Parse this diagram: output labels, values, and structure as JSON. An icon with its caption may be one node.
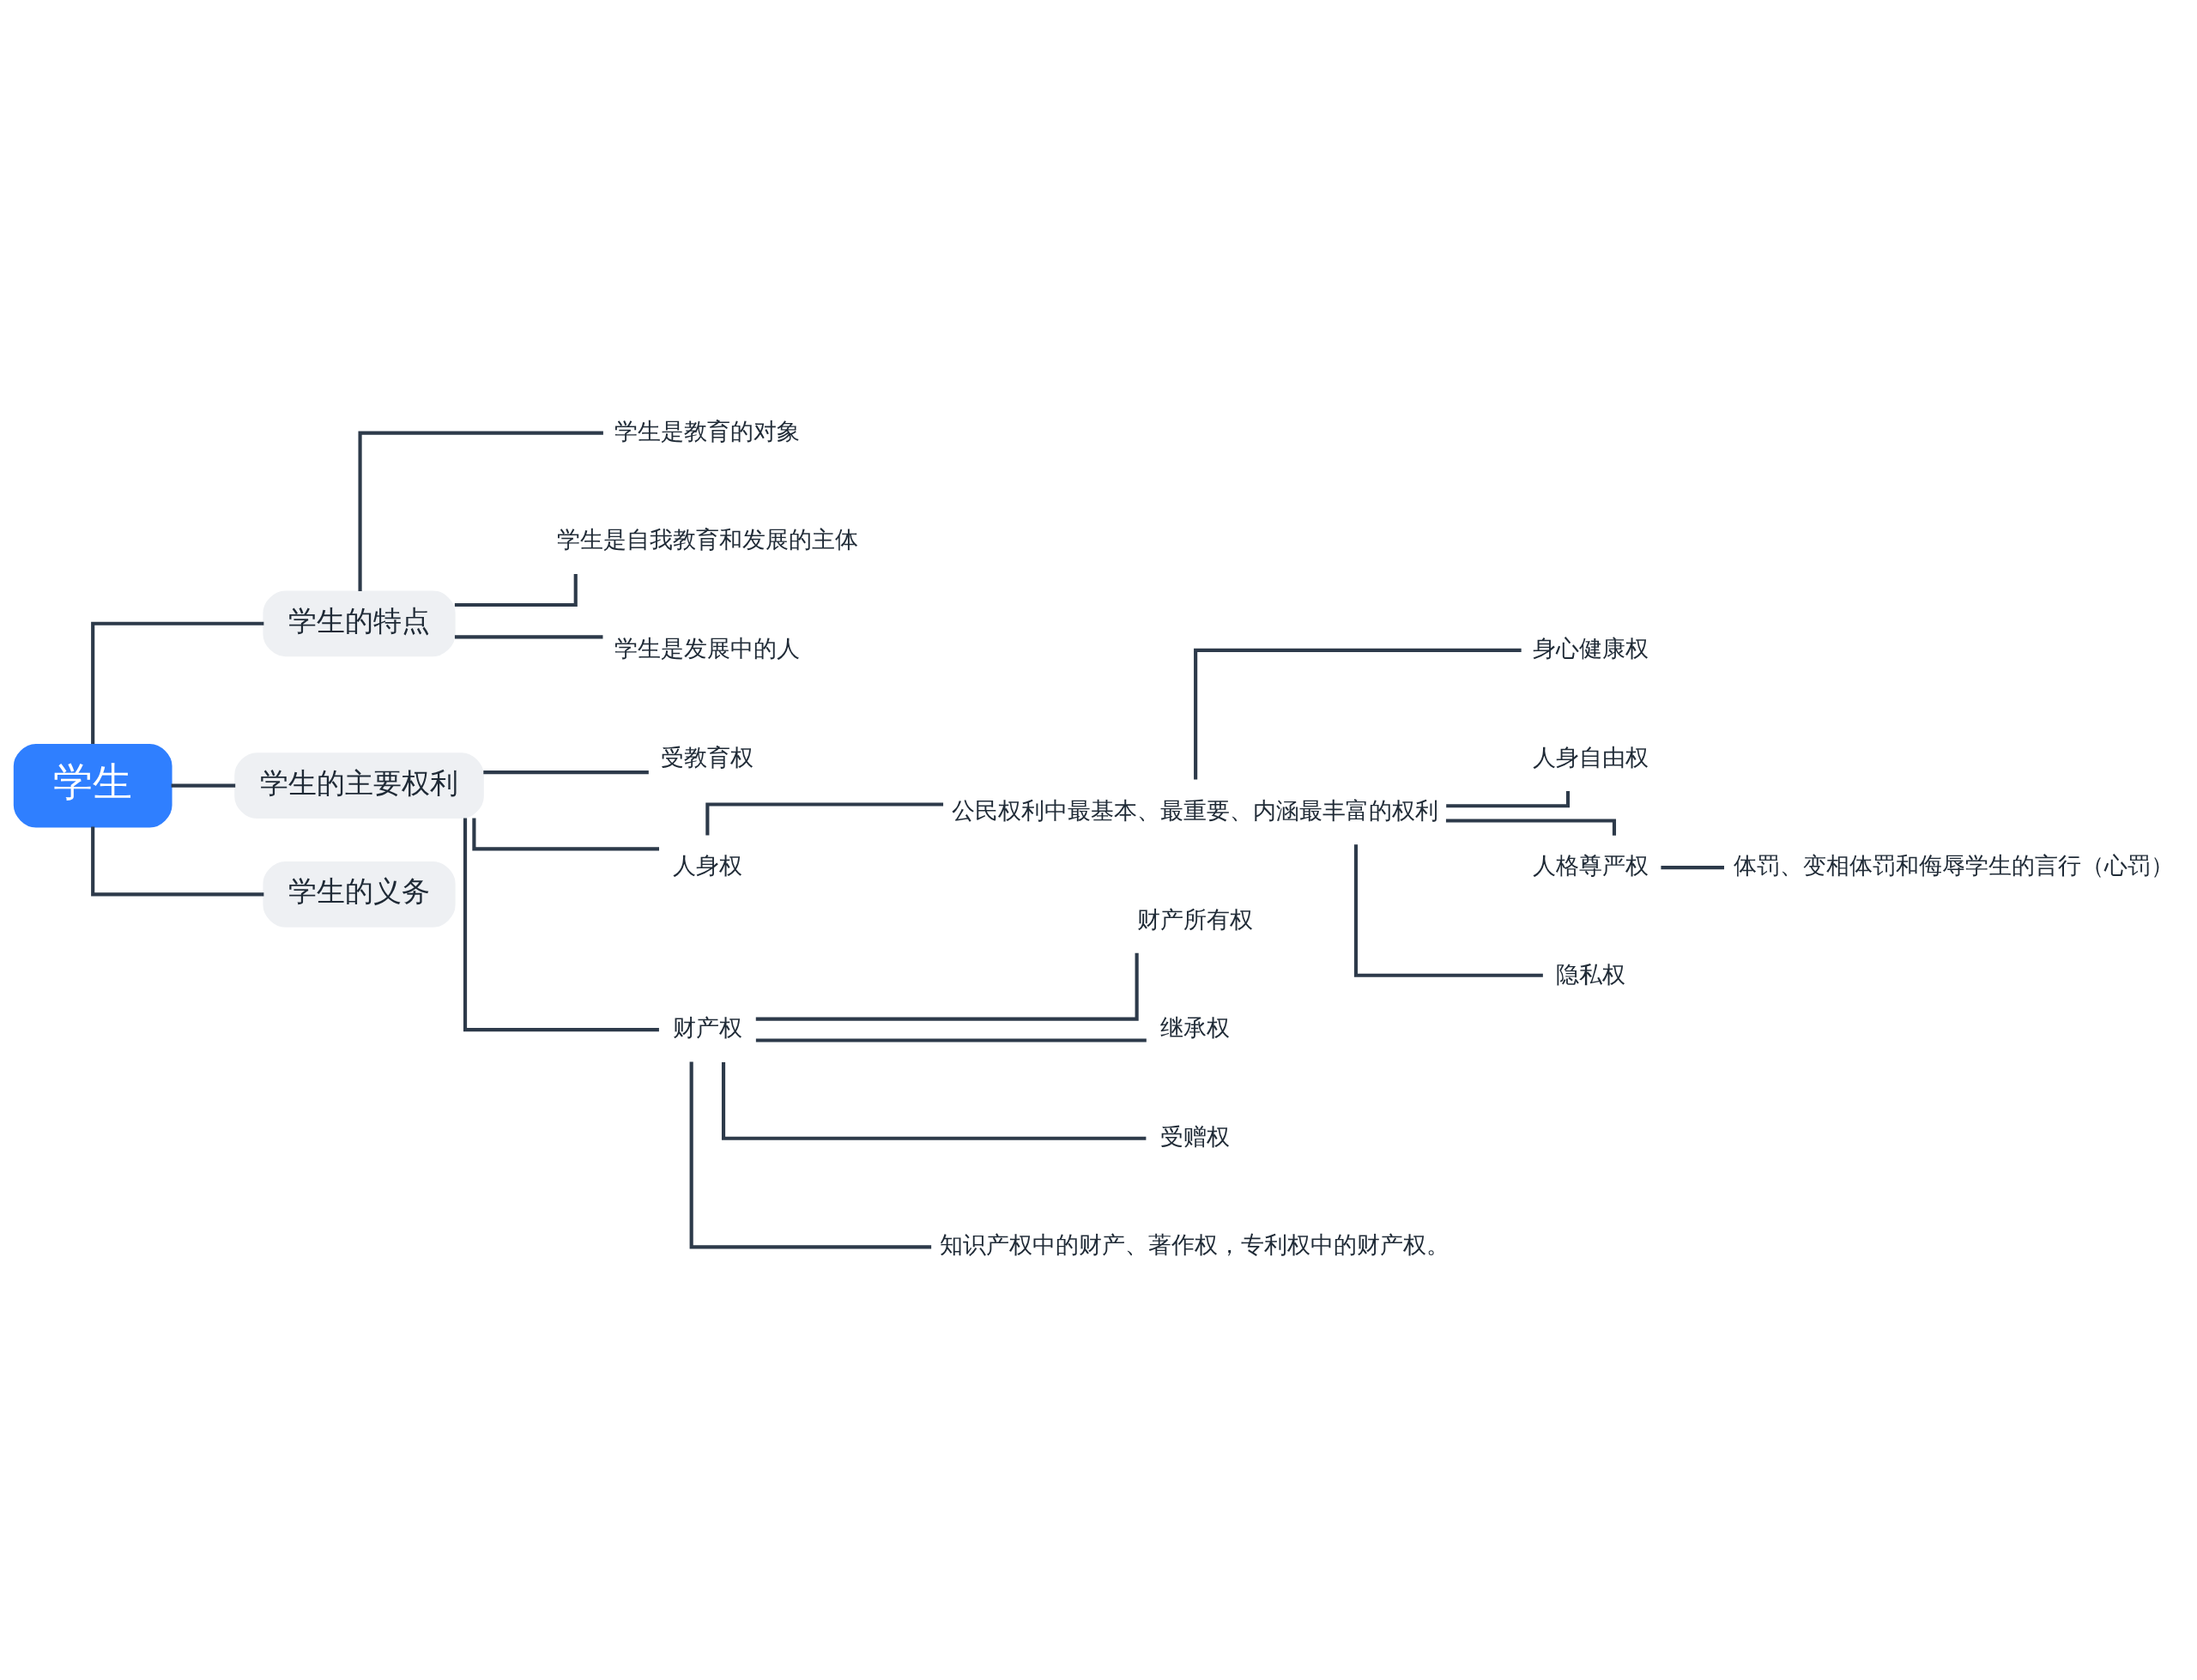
{
  "diagram": {
    "nodes": [
      {
        "text": [
          "学生"
        ]
      },
      {
        "text": [
          "学生的特点"
        ]
      },
      {
        "text": [
          "学生是教育的对象"
        ]
      },
      {
        "text": [
          "学生是自我教育和发展的主体"
        ]
      },
      {
        "text": [
          "学生是发展中的人"
        ]
      },
      {
        "text": [
          "学生的主要权利"
        ]
      },
      {
        "text": [
          "受教育权"
        ]
      },
      {
        "text": [
          "人身权"
        ]
      },
      {
        "text": [
          "公民权利中最基本、最重要、内涵最丰富的权利"
        ]
      },
      {
        "text": [
          "身心健康权"
        ]
      },
      {
        "text": [
          "人身自由权"
        ]
      },
      {
        "text": [
          "人格尊严权"
        ]
      },
      {
        "text": [
          "体罚、变相体罚和侮辱学生的言行（心罚）"
        ]
      },
      {
        "text": [
          "隐私权"
        ]
      },
      {
        "text": [
          "财产权"
        ]
      },
      {
        "text": [
          "财产所有权"
        ]
      },
      {
        "text": [
          "继承权"
        ]
      },
      {
        "text": [
          "受赠权"
        ]
      },
      {
        "text": [
          "知识产权中的财产、著作权，专利权中的财产权。"
        ]
      },
      {
        "text": [
          "学生的义务"
        ]
      }
    ],
    "edges": [
      {
        "from": 0,
        "to": 1,
        "arrow": "none"
      },
      {
        "from": 1,
        "to": 2,
        "arrow": "none"
      },
      {
        "from": 1,
        "to": 3,
        "arrow": "none"
      },
      {
        "from": 1,
        "to": 4,
        "arrow": "none"
      },
      {
        "from": 0,
        "to": 5,
        "arrow": "none"
      },
      {
        "from": 5,
        "to": 6,
        "arrow": "none"
      },
      {
        "from": 5,
        "to": 7,
        "arrow": "none"
      },
      {
        "from": 7,
        "to": 8,
        "arrow": "none"
      },
      {
        "from": 8,
        "to": 9,
        "arrow": "none"
      },
      {
        "from": 8,
        "to": 10,
        "arrow": "none"
      },
      {
        "from": 8,
        "to": 11,
        "arrow": "none"
      },
      {
        "from": 11,
        "to": 12,
        "arrow": "none"
      },
      {
        "from": 8,
        "to": 13,
        "arrow": "none"
      },
      {
        "from": 5,
        "to": 14,
        "arrow": "none"
      },
      {
        "from": 14,
        "to": 15,
        "arrow": "none"
      },
      {
        "from": 14,
        "to": 16,
        "arrow": "none"
      },
      {
        "from": 14,
        "to": 17,
        "arrow": "none"
      },
      {
        "from": 14,
        "to": 18,
        "arrow": "none"
      },
      {
        "from": 0,
        "to": 19,
        "arrow": "none"
      }
    ]
  }
}
